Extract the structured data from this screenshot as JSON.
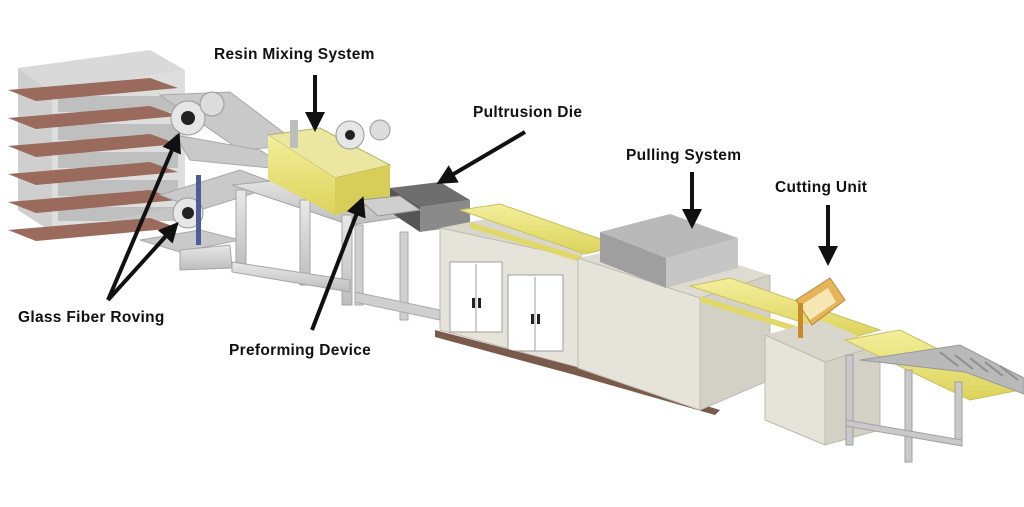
{
  "labels": {
    "resin_mixing_system": "Resin Mixing System",
    "pultrusion_die": "Pultrusion Die",
    "pulling_system": "Pulling System",
    "cutting_unit": "Cutting Unit",
    "glass_fiber_roving": "Glass Fiber Roving",
    "preforming_device": "Preforming Device"
  },
  "colors": {
    "machine_grey": "#c9c9c9",
    "machine_light": "#e2e2e2",
    "cabinet_beige": "#e6e4da",
    "fiber_yellow": "#e9e47a",
    "shelf_brown": "#9a6a5c",
    "arrow_black": "#111111"
  }
}
